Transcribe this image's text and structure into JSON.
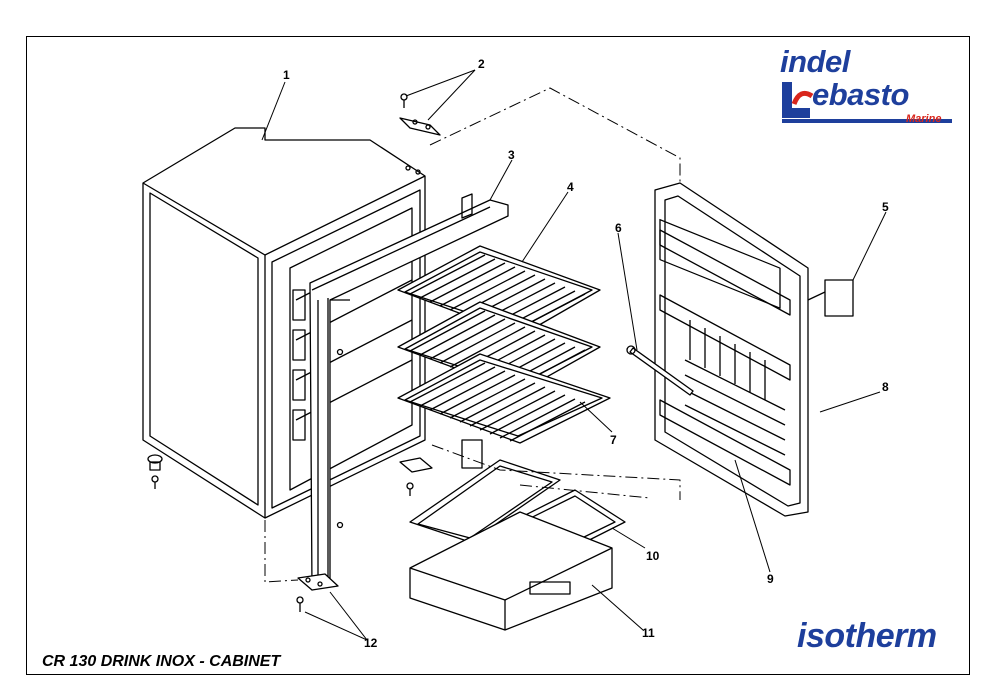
{
  "caption": "CR 130 DRINK INOX - CABINET",
  "logos": {
    "indel": "indel",
    "webasto": "ebasto",
    "marine": "Marine",
    "isotherm": "isotherm",
    "brand_blue": "#1e3f9c",
    "brand_red": "#d9261c"
  },
  "callouts": [
    "1",
    "2",
    "3",
    "4",
    "5",
    "6",
    "7",
    "8",
    "9",
    "10",
    "11",
    "12"
  ]
}
